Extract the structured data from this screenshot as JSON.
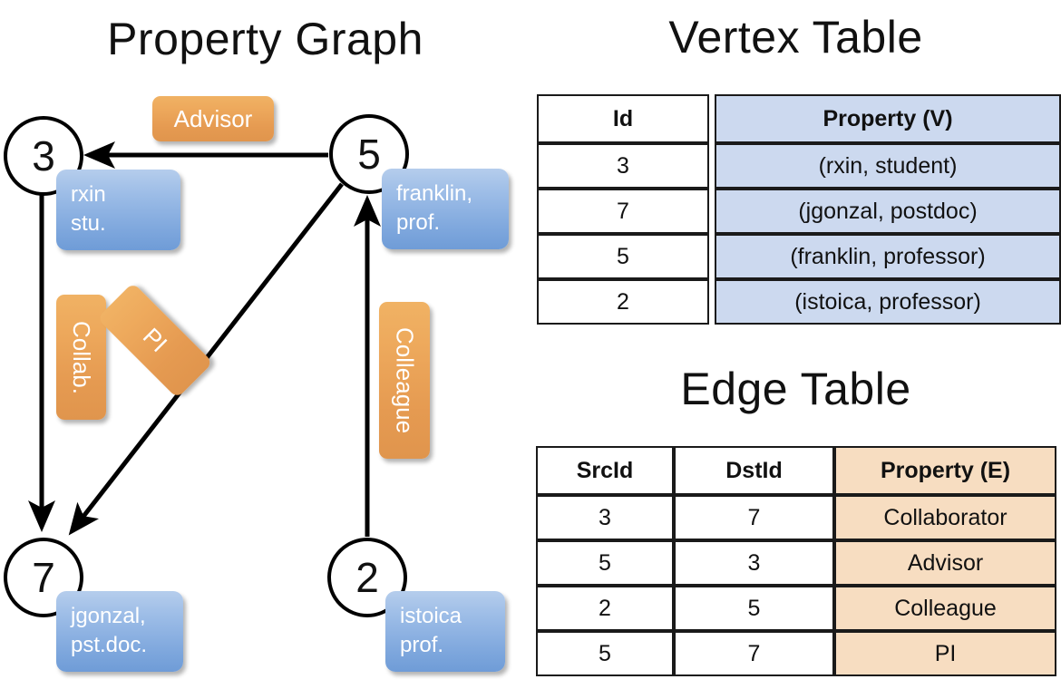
{
  "titles": {
    "property_graph": "Property Graph",
    "vertex_table": "Vertex Table",
    "edge_table": "Edge Table"
  },
  "graph": {
    "nodes": [
      {
        "id": "3",
        "name": "node-3",
        "property_line1": "rxin",
        "property_line2": "stu."
      },
      {
        "id": "5",
        "name": "node-5",
        "property_line1": "franklin,",
        "property_line2": "prof."
      },
      {
        "id": "7",
        "name": "node-7",
        "property_line1": "jgonzal,",
        "property_line2": "pst.doc."
      },
      {
        "id": "2",
        "name": "node-2",
        "property_line1": "istoica",
        "property_line2": "prof."
      }
    ],
    "edge_labels": {
      "advisor": "Advisor",
      "collab": "Collab.",
      "pi": "PI",
      "colleague": "Colleague"
    },
    "edges": [
      {
        "from": "5",
        "to": "3",
        "label": "Advisor"
      },
      {
        "from": "3",
        "to": "7",
        "label": "Collab."
      },
      {
        "from": "5",
        "to": "7",
        "label": "PI"
      },
      {
        "from": "2",
        "to": "5",
        "label": "Colleague"
      }
    ]
  },
  "vertex_table": {
    "headers": [
      "Id",
      "Property (V)"
    ],
    "rows": [
      {
        "id": "3",
        "property": "(rxin, student)"
      },
      {
        "id": "7",
        "property": "(jgonzal, postdoc)"
      },
      {
        "id": "5",
        "property": "(franklin, professor)"
      },
      {
        "id": "2",
        "property": "(istoica, professor)"
      }
    ]
  },
  "edge_table": {
    "headers": [
      "SrcId",
      "DstId",
      "Property (E)"
    ],
    "rows": [
      {
        "src": "3",
        "dst": "7",
        "property": "Collaborator"
      },
      {
        "src": "5",
        "dst": "3",
        "property": "Advisor"
      },
      {
        "src": "2",
        "dst": "5",
        "property": "Colleague"
      },
      {
        "src": "5",
        "dst": "7",
        "property": "PI"
      }
    ]
  },
  "colors": {
    "vertex_property_fill": "#ccd9ef",
    "edge_property_fill": "#f7ddc1",
    "node_box_blue": "#7ea7dd",
    "edge_label_orange": "#e59a51",
    "stroke": "#000000",
    "background": "#ffffff"
  }
}
